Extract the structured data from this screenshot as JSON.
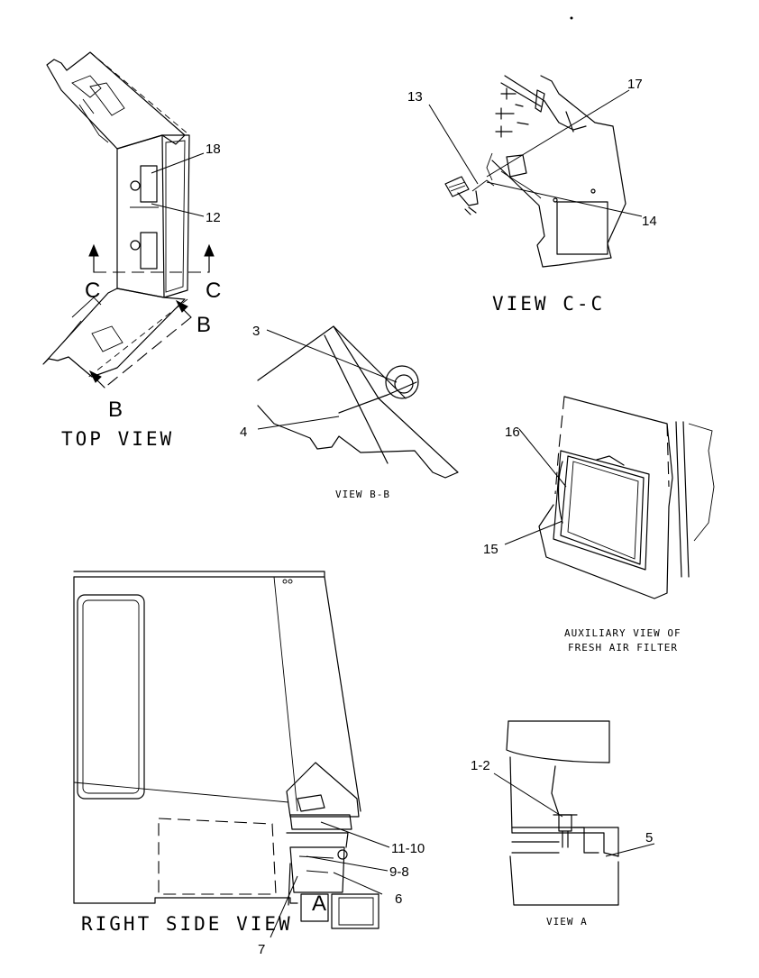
{
  "views": {
    "top": {
      "caption": "TOP VIEW"
    },
    "cc": {
      "caption": "VIEW C-C"
    },
    "bb": {
      "caption": "VIEW B-B"
    },
    "aux": {
      "caption_line1": "AUXILIARY VIEW OF",
      "caption_line2": "FRESH AIR FILTER"
    },
    "right": {
      "caption": "RIGHT SIDE VIEW"
    },
    "a": {
      "caption": "VIEW A"
    }
  },
  "section_markers": {
    "c_left": "C",
    "c_right": "C",
    "b_upper": "B",
    "b_lower": "B",
    "a": "A"
  },
  "callouts": [
    "18",
    "12",
    "13",
    "17",
    "14",
    "3",
    "4",
    "16",
    "15",
    "11-10",
    "9-8",
    "6",
    "7",
    "1-2",
    "5"
  ]
}
